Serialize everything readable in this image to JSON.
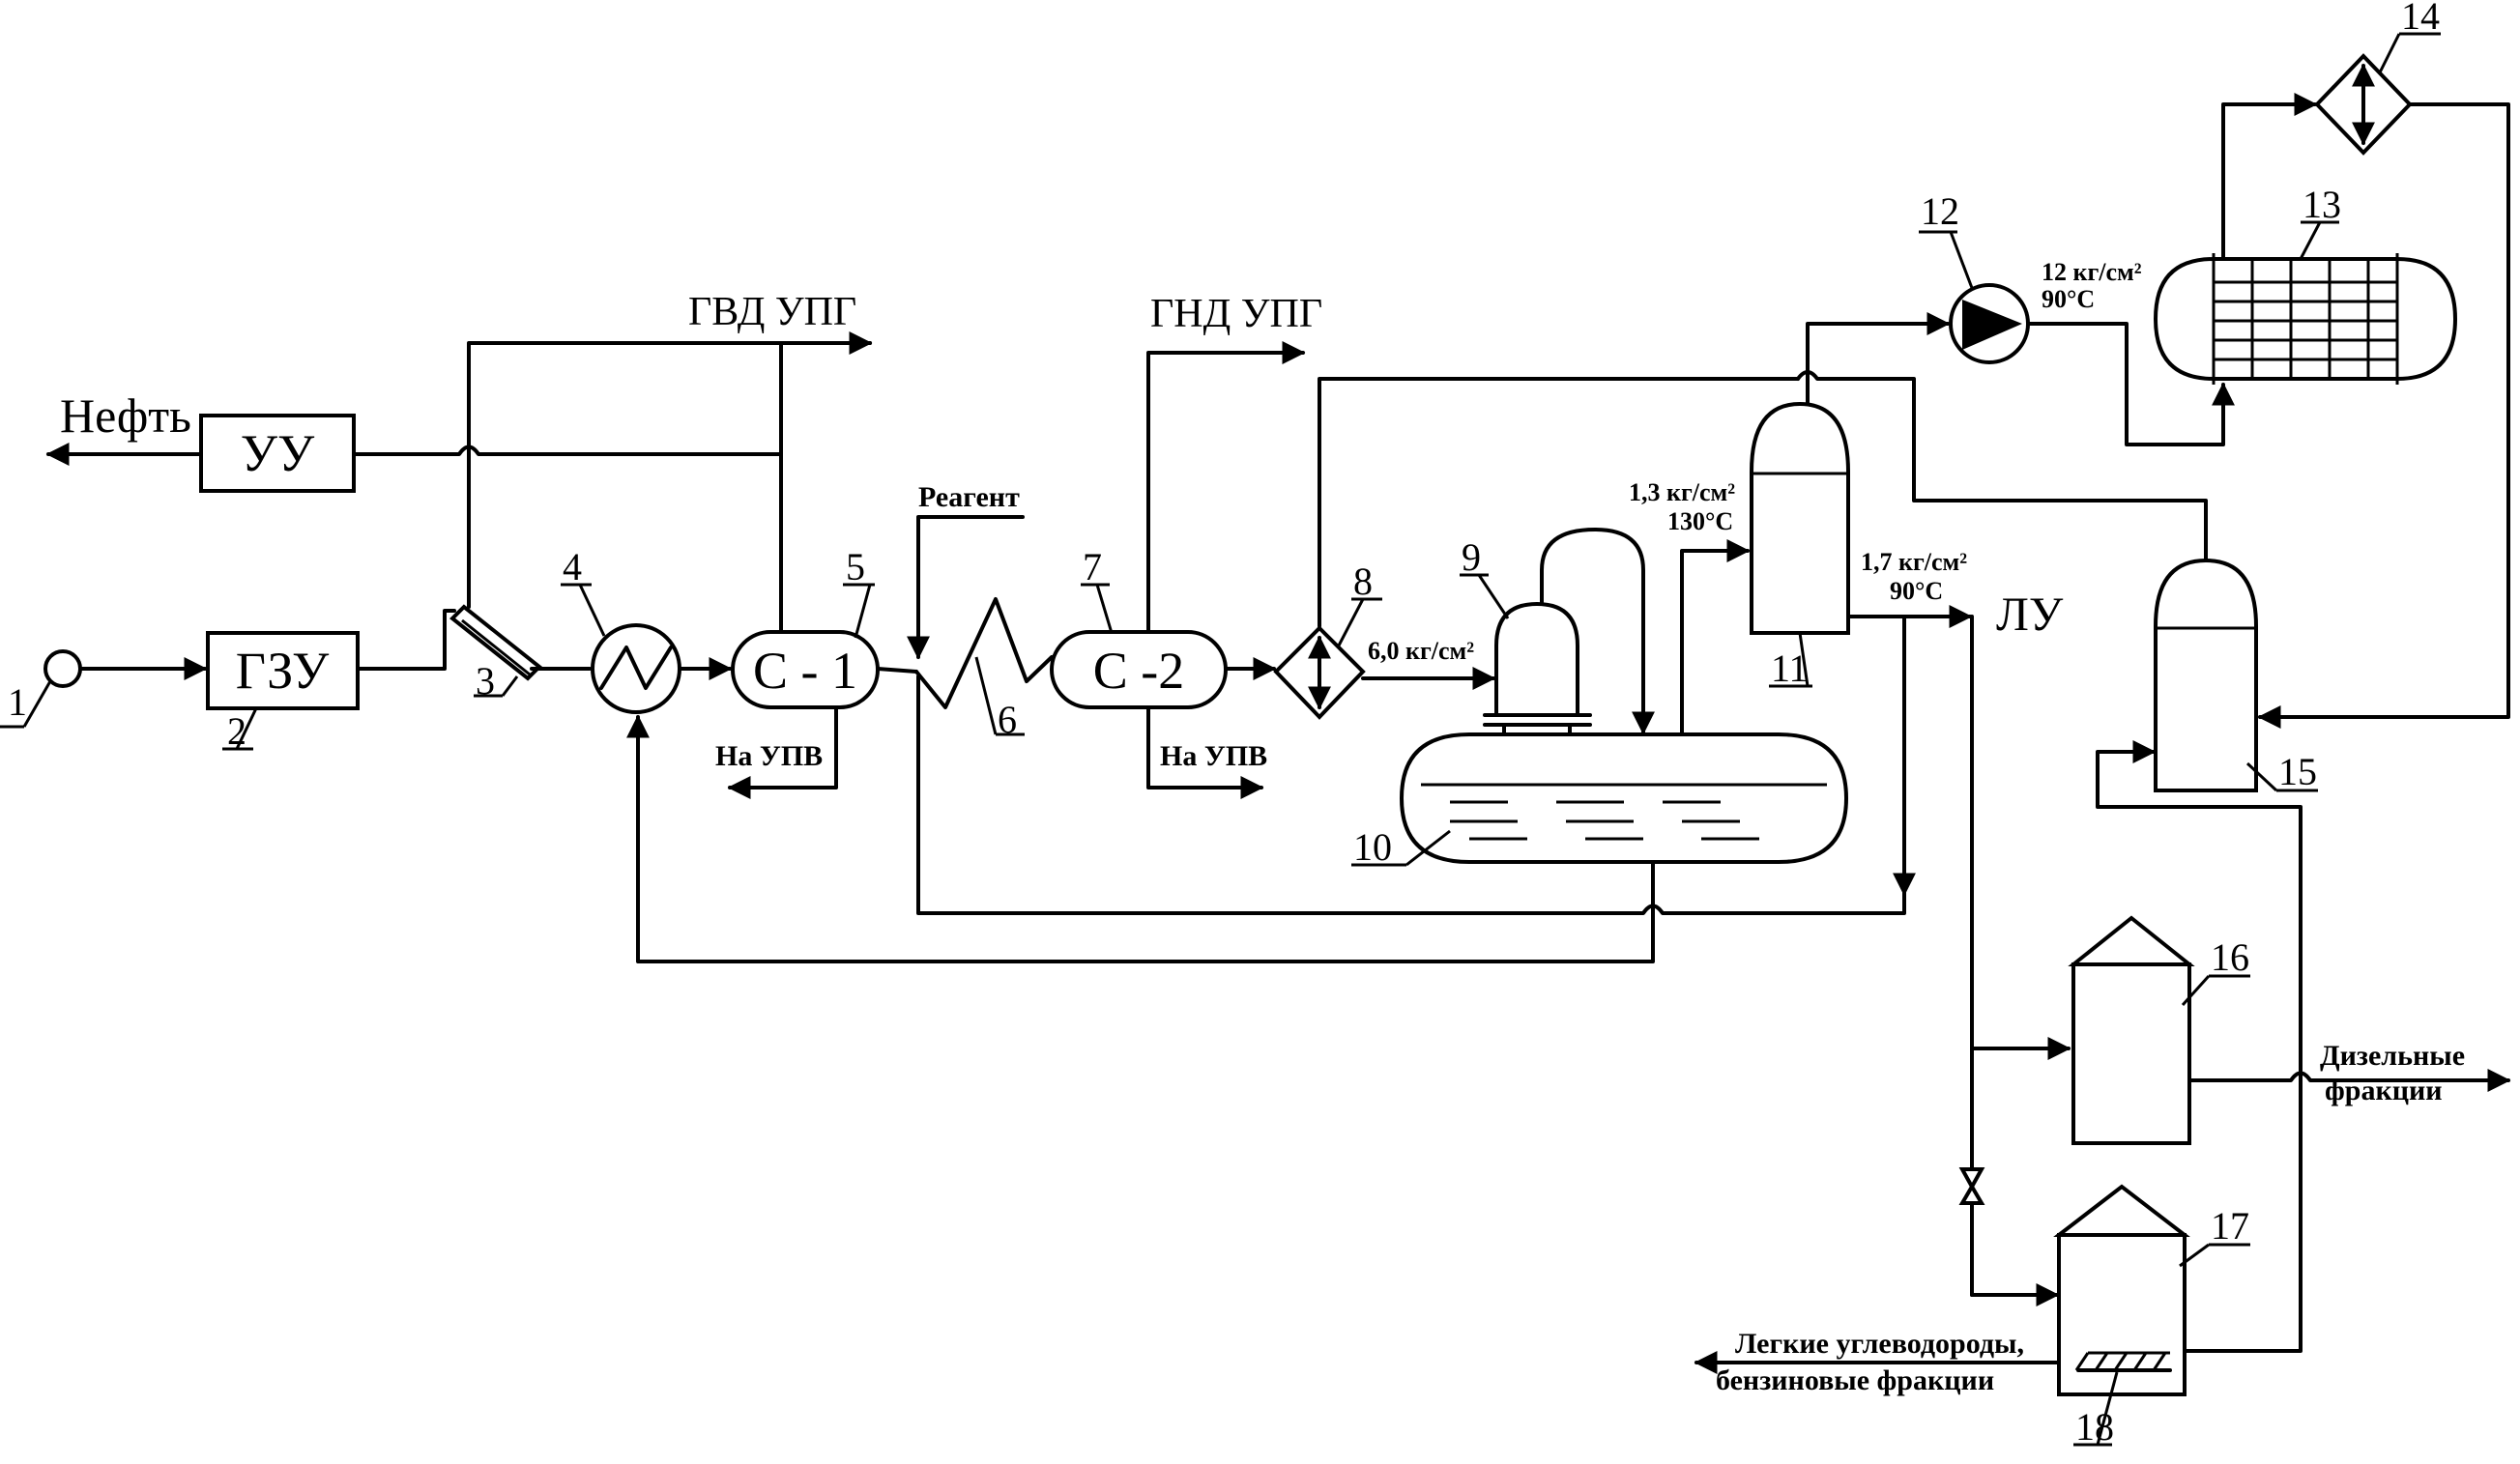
{
  "labels": {
    "oil": "Нефть",
    "uu": "УУ",
    "gzu": "ГЗУ",
    "c1": "С - 1",
    "c2": "С -2",
    "gvd": "ГВД УПГ",
    "gnd": "ГНД УПГ",
    "reagent": "Реагент",
    "upv1": "На УПВ",
    "upv2": "На УПВ",
    "p1": "6,0 кг/см²",
    "p2a": "1,3 кг/см²",
    "p2b": "130°C",
    "p3a": "1,7 кг/см²",
    "p3b": "90°C",
    "p4a": "12 кг/см²",
    "p4b": "90°C",
    "lu": "ЛУ",
    "diesel1": "Дизельные",
    "diesel2": "фракции",
    "light1": "Легкие углеводороды,",
    "light2": "бензиновые фракции"
  },
  "numbers": {
    "n1": "1",
    "n2": "2",
    "n3": "3",
    "n4": "4",
    "n5": "5",
    "n6": "6",
    "n7": "7",
    "n8": "8",
    "n9": "9",
    "n10": "10",
    "n11": "11",
    "n12": "12",
    "n13": "13",
    "n14": "14",
    "n15": "15",
    "n16": "16",
    "n17": "17",
    "n18": "18"
  }
}
